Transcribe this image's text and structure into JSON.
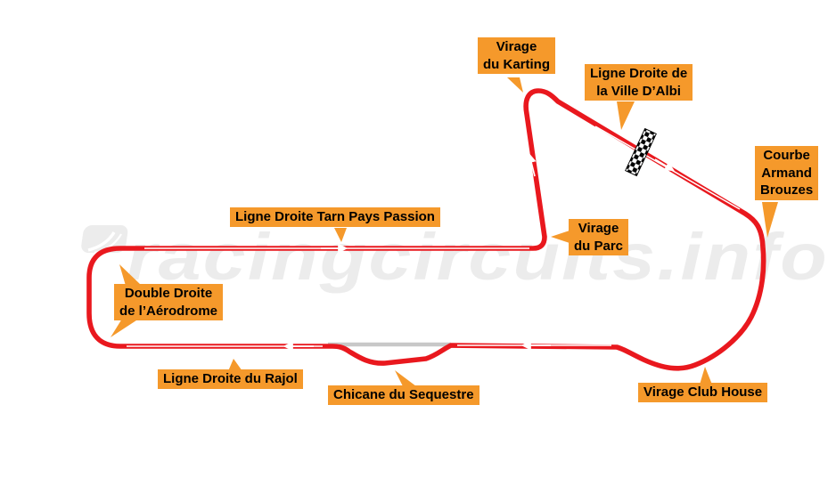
{
  "colors": {
    "track_red": "#E9181E",
    "label_orange": "#F5992B",
    "bypass_gray": "#C8C8C8",
    "watermark_gray": "#ECECEC",
    "label_text": "#000000",
    "arrow_white": "#FFFFFF"
  },
  "watermark": {
    "text": "racingcircuits.info"
  },
  "start_finish": {
    "marker": "checkered-flag"
  },
  "direction_arrows": {
    "count": 5,
    "color": "#FFFFFF"
  },
  "labels": [
    {
      "id": "virage-du-karting",
      "text": "Virage\ndu Karting"
    },
    {
      "id": "ligne-droite-ville-albi",
      "text": "Ligne Droite de\nla Ville D’Albi"
    },
    {
      "id": "courbe-armand-brouzes",
      "text": "Courbe\nArmand\nBrouzes"
    },
    {
      "id": "ligne-droite-tarn",
      "text": "Ligne Droite Tarn Pays Passion"
    },
    {
      "id": "virage-du-parc",
      "text": "Virage\ndu Parc"
    },
    {
      "id": "double-droite-aerodrome",
      "text": "Double Droite\nde l’Aérodrome"
    },
    {
      "id": "ligne-droite-rajol",
      "text": "Ligne Droite du Rajol"
    },
    {
      "id": "chicane-du-sequestre",
      "text": "Chicane du Sequestre"
    },
    {
      "id": "virage-club-house",
      "text": "Virage Club House"
    }
  ]
}
